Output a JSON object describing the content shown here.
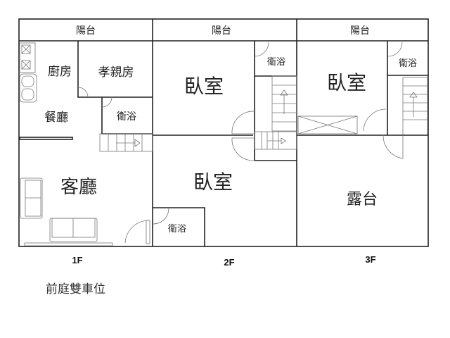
{
  "floors": [
    {
      "label": "1F",
      "balcony": "陽台",
      "rooms": {
        "kitchen": "廚房",
        "elder_room": "孝親房",
        "dining": "餐廳",
        "bath": "衛浴",
        "living": "客廳"
      }
    },
    {
      "label": "2F",
      "balcony": "陽台",
      "rooms": {
        "bedroom_top": "臥室",
        "bath_top": "衛浴",
        "bedroom_bottom": "臥室",
        "bath_bottom": "衛浴"
      }
    },
    {
      "label": "3F",
      "balcony": "陽台",
      "rooms": {
        "bedroom": "臥室",
        "bath": "衛浴",
        "terrace": "露台"
      }
    }
  ],
  "note": "前庭雙車位"
}
